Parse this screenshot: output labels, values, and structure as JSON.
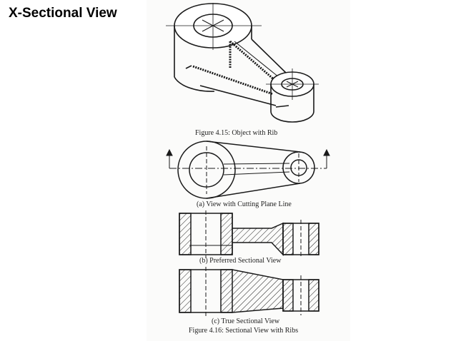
{
  "slide": {
    "title": "X-Sectional View"
  },
  "figure_4_15": {
    "caption": "Figure 4.15: Object with Rib"
  },
  "figure_4_16": {
    "caption": "Figure 4.16: Sectional View with Ribs",
    "view_a_caption": "(a) View with Cutting Plane Line",
    "view_b_caption": "(b) Preferred Sectional View",
    "view_c_caption": "(c) True Sectional View"
  }
}
